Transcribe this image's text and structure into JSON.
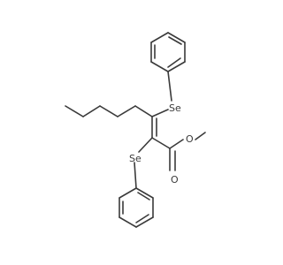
{
  "molecule": {
    "atoms": {
      "se_upper": "Se",
      "se_lower": "Se",
      "o_ester": "O",
      "o_carbonyl": "O"
    }
  }
}
